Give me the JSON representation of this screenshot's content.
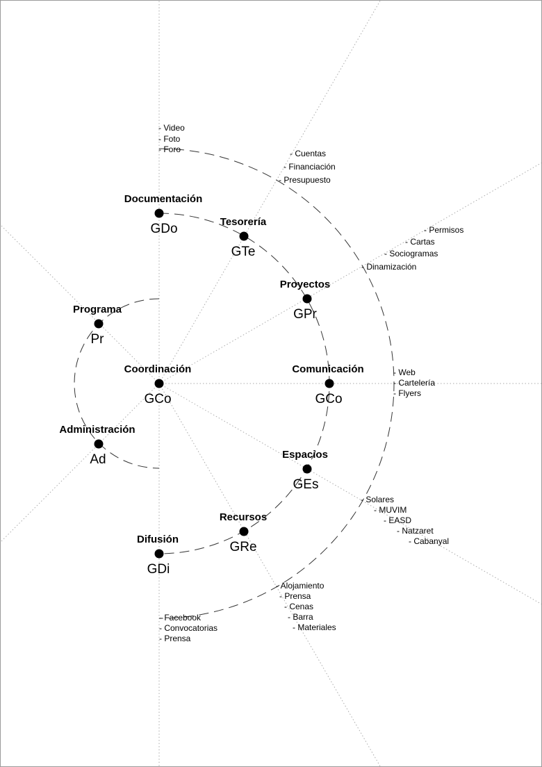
{
  "nodes": {
    "documentacion": {
      "title": "Documentación",
      "code": "GDo"
    },
    "tesoreria": {
      "title": "Tesorería",
      "code": "GTe"
    },
    "proyectos": {
      "title": "Proyectos",
      "code": "GPr"
    },
    "programa": {
      "title": "Programa",
      "code": "Pr"
    },
    "coordinacion": {
      "title": "Coordinación",
      "code": "GCo"
    },
    "comunicacion": {
      "title": "Comunicación",
      "code": "GCo"
    },
    "administracion": {
      "title": "Administración",
      "code": "Ad"
    },
    "espacios": {
      "title": "Espacios",
      "code": "GEs"
    },
    "recursos": {
      "title": "Recursos",
      "code": "GRe"
    },
    "difusion": {
      "title": "Difusión",
      "code": "GDi"
    }
  },
  "lists": {
    "documentacion": [
      "- Video",
      "- Foto",
      "- Foro"
    ],
    "tesoreria": [
      "- Cuentas",
      "- Financiación",
      "- Presupuesto"
    ],
    "proyectos": [
      "- Permisos",
      "- Cartas",
      "- Sociogramas",
      "- Dinamización"
    ],
    "comunicacion": [
      "- Web",
      "- Cartelería",
      "- Flyers"
    ],
    "espacios": [
      "- Solares",
      "- MUVIM",
      "- EASD",
      "- Natzaret",
      "- Cabanyal"
    ],
    "recursos": [
      "- Alojamiento",
      "- Prensa",
      "- Cenas",
      "- Barra",
      "- Materiales"
    ],
    "difusion": [
      "- Facebook",
      "- Convocatorias",
      "- Prensa"
    ]
  }
}
